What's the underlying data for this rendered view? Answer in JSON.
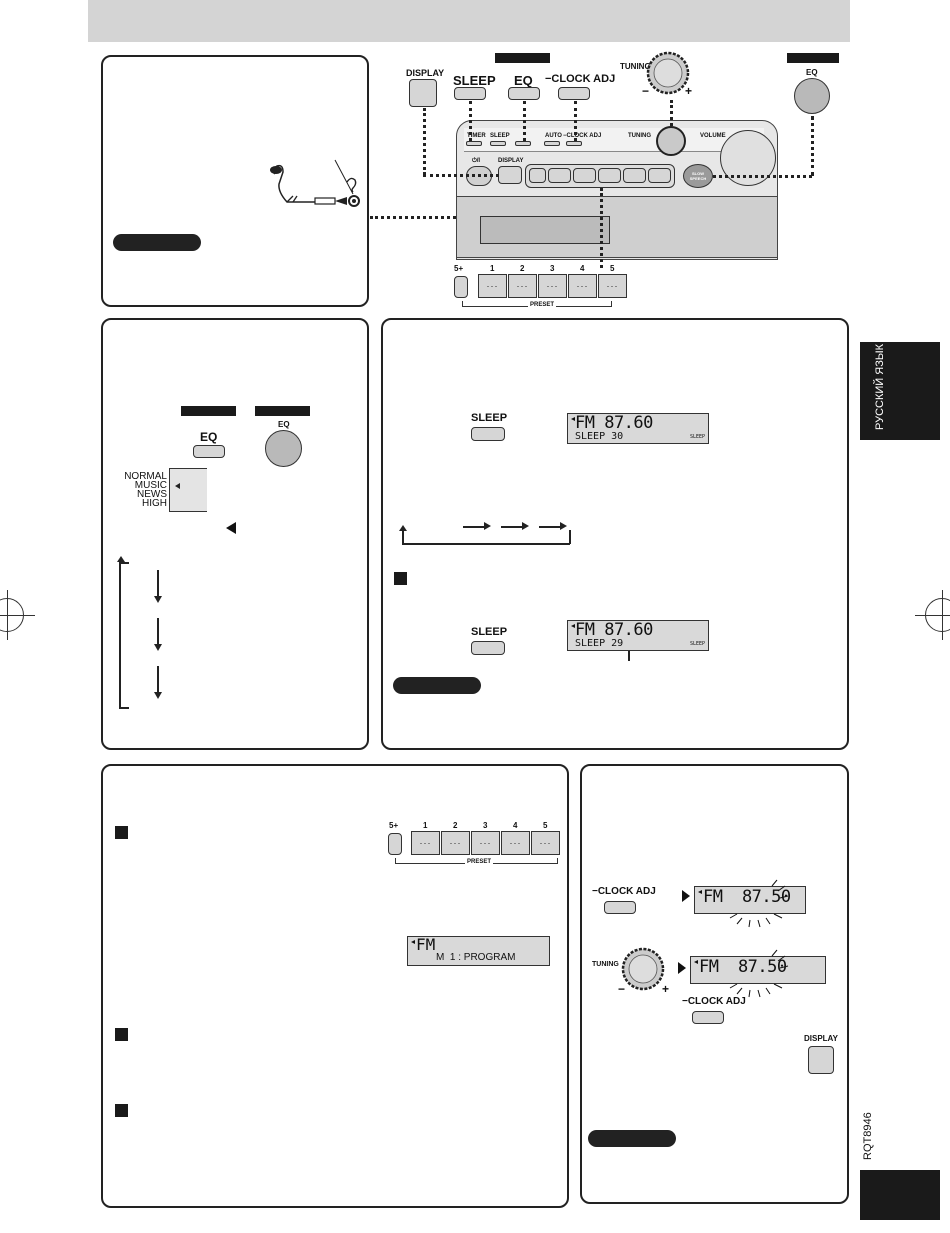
{
  "side_tab": {
    "text": "РУССКИЙ ЯЗЫК"
  },
  "model_code": "RQT8946",
  "top_panel": {
    "labels": {
      "display": "DISPLAY",
      "sleep": "SLEEP",
      "eq": "EQ",
      "clock_adj": "−CLOCK ADJ",
      "tuning": "TUNING",
      "eq_remote": "EQ",
      "volume": "VOLUME",
      "slow_speech": "SLOW SPEECH",
      "power": "⏻/I",
      "display_small": "DISPLAY",
      "timer": "TIMER",
      "sleep_small": "SLEEP",
      "auto": "AUTO",
      "clock_adj_small": "−CLOCK ADJ",
      "tuning_small": "TUNING",
      "minus": "−",
      "plus": "+",
      "preset": "PRESET",
      "five_plus": "5+"
    },
    "preset_numbers": [
      "1",
      "2",
      "3",
      "4",
      "5"
    ]
  },
  "eq_panel": {
    "eq_label": "EQ",
    "eq_remote_label": "EQ",
    "modes": [
      "NORMAL",
      "MUSIC",
      "NEWS",
      "HIGH"
    ]
  },
  "sleep_panel": {
    "sleep_label": "SLEEP",
    "sleep_label_2": "SLEEP",
    "lcd1": {
      "line1": "FM 87.60",
      "line2": "SLEEP  30",
      "indicator": "SLEEP"
    },
    "lcd2": {
      "line1": "FM 87.60",
      "line2": "SLEEP  29",
      "indicator": "SLEEP"
    }
  },
  "preset_panel": {
    "five_plus": "5+",
    "preset_numbers": [
      "1",
      "2",
      "3",
      "4",
      "5"
    ],
    "preset": "PRESET",
    "lcd": {
      "line1": "FM",
      "line2": "M  1 : PROGRAM"
    }
  },
  "clock_panel": {
    "clock_adj": "−CLOCK ADJ",
    "clock_adj_2": "−CLOCK ADJ",
    "tuning": "TUNING",
    "minus": "−",
    "plus": "+",
    "lcd1": "FM  87.50",
    "lcd2": "FM  87.50",
    "display": "DISPLAY"
  }
}
